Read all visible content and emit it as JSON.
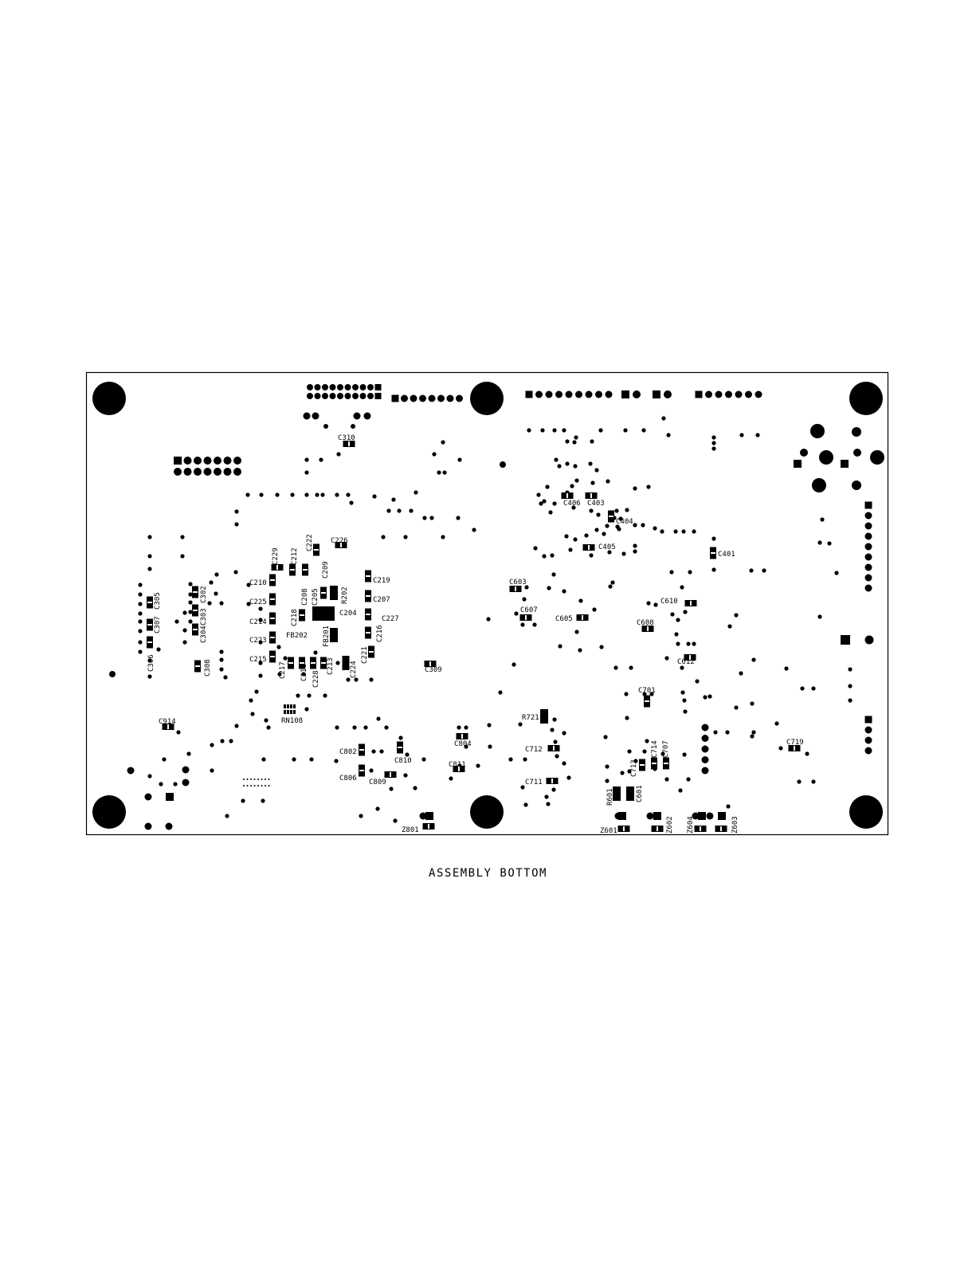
{
  "title": "ASSEMBLY BOTTOM",
  "colors": {
    "ink": "#000000",
    "paper": "#ffffff"
  },
  "labels": {
    "C310": "C310",
    "C226": "C226",
    "C229": "C229",
    "C212": "C212",
    "C222": "C222",
    "C209": "C209",
    "C210": "C210",
    "C225": "C225",
    "C214": "C214",
    "C223": "C223",
    "C215": "C215",
    "C219": "C219",
    "C207": "C207",
    "C227": "C227",
    "C216": "C216",
    "C208": "C208",
    "C205": "C205",
    "R202": "R202",
    "C218": "C218",
    "C204": "C204",
    "FB202": "FB202",
    "FB201": "FB201",
    "C217": "C217",
    "C211": "C211",
    "C228": "C228",
    "C213": "C213",
    "C224": "C224",
    "C221": "C221",
    "C309": "C309",
    "RN108": "RN108",
    "C305": "C305",
    "C307": "C307",
    "C306": "C306",
    "C302": "C302",
    "C303": "C303",
    "C304": "C304",
    "C308": "C308",
    "C914": "C914",
    "C802": "C802",
    "C806": "C806",
    "C810": "C810",
    "C809": "C809",
    "C804": "C804",
    "C811": "C811",
    "Z801": "Z801",
    "C406": "C406",
    "C403": "C403",
    "C404": "C404",
    "C405": "C405",
    "C401": "C401",
    "C603": "C603",
    "C607": "C607",
    "C605": "C605",
    "C608": "C608",
    "C610": "C610",
    "C612": "C612",
    "C701": "C701",
    "R721": "R721",
    "C712": "C712",
    "C711": "C711",
    "C714": "C714",
    "C707": "C707",
    "C713": "C713",
    "R601": "R601",
    "C601": "C601",
    "Z601": "Z601",
    "Z602": "Z602",
    "Z604": "Z604",
    "Z603": "Z603",
    "C719": "C719"
  }
}
